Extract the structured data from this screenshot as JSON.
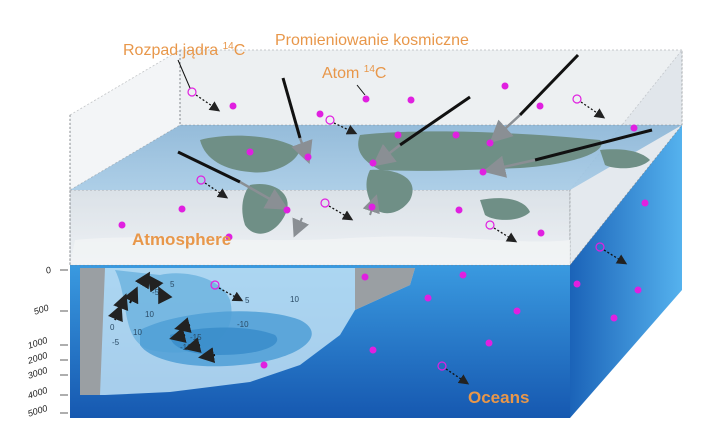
{
  "labels": {
    "decay": {
      "text": "Rozpad jądra ",
      "sup": "14",
      "suffix": "C"
    },
    "cosmic": "Promieniowanie kosmiczne",
    "atom": {
      "text": "Atom ",
      "sup": "14",
      "suffix": "C"
    },
    "atmosphere": "Atmosphere",
    "oceans": "Oceans"
  },
  "depth_ticks": [
    "0",
    "500",
    "1000",
    "2000",
    "3000",
    "4000",
    "5000"
  ],
  "contour_values": [
    "-5",
    "5",
    "10",
    "-5",
    "0",
    "5",
    "10",
    "-10",
    "-15",
    "-10",
    "10"
  ],
  "colors": {
    "label": "#e8974a",
    "particle": "#e020e0",
    "ocean_front": "#1f74c8",
    "ocean_side": "#2f8fdc",
    "atmosphere": "#d7dde4",
    "land": "#6f8f86"
  }
}
